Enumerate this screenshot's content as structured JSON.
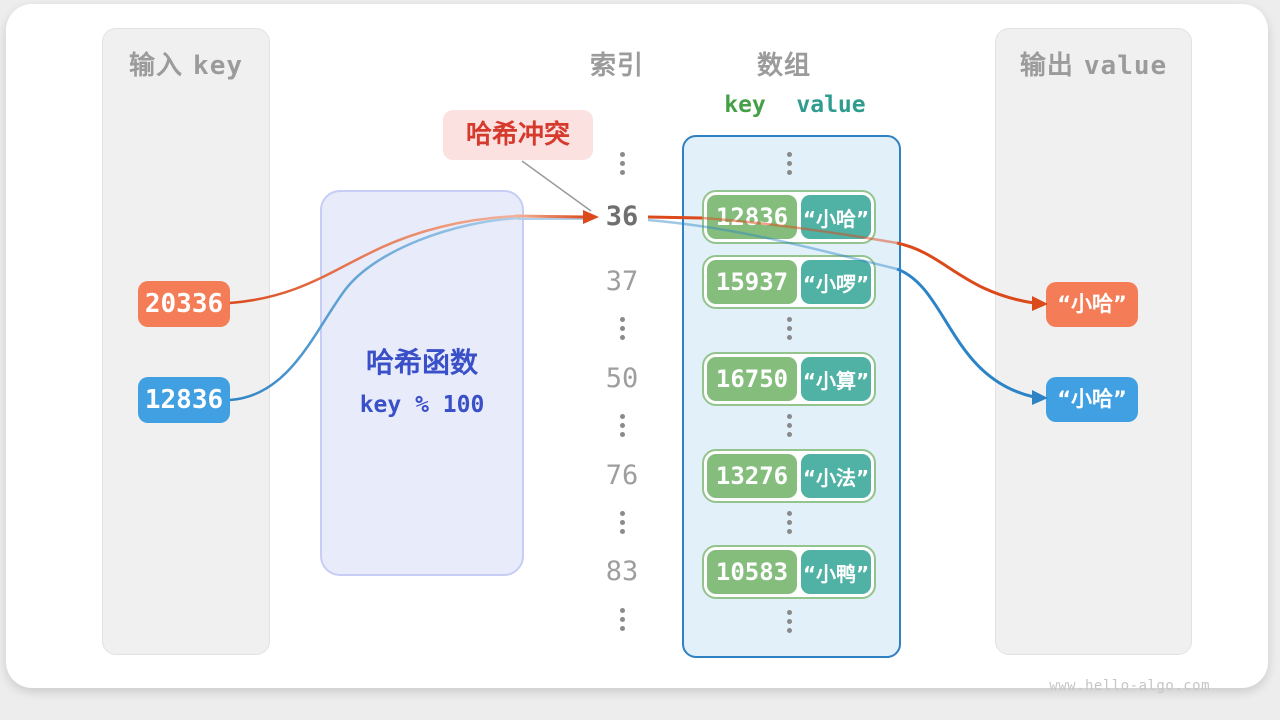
{
  "watermark": "www.hello-algo.com",
  "input_column": {
    "title_zh": "输入",
    "title_en": "key",
    "keys": [
      {
        "value": "20336"
      },
      {
        "value": "12836"
      }
    ]
  },
  "hash_box": {
    "title": "哈希函数",
    "formula": "key % 100"
  },
  "collision_label": {
    "text": "哈希冲突"
  },
  "index_column": {
    "title": "索引",
    "rows": [
      "36",
      "37",
      "50",
      "76",
      "83"
    ],
    "highlighted_row": "36"
  },
  "array_column": {
    "title": "数组",
    "key_header": "key",
    "value_header": "value",
    "pairs": [
      {
        "key": "12836",
        "value": "“小哈”"
      },
      {
        "key": "15937",
        "value": "“小啰”"
      },
      {
        "key": "16750",
        "value": "“小算”"
      },
      {
        "key": "13276",
        "value": "“小法”"
      },
      {
        "key": "10583",
        "value": "“小鸭”"
      }
    ]
  },
  "output_column": {
    "title_zh": "输出",
    "title_en": "value",
    "values": [
      {
        "text": "“小哈”"
      },
      {
        "text": "“小哈”"
      }
    ]
  },
  "colors": {
    "orange": "#f47d57",
    "blue": "#41a0e1",
    "arrow_orange": "#dc4a1c",
    "arrow_orange_light": "#f2b49d",
    "arrow_blue": "#2c84c6",
    "arrow_blue_light": "#afd0eb",
    "green_key": "#85bd7d",
    "teal_value": "#4fb2a4",
    "header_key_green": "#47a048",
    "header_value_teal": "#2f9c8f",
    "hash_text": "#3a50c8",
    "collision_text": "#d63a2d",
    "connector_gray": "#9b9b9b"
  }
}
